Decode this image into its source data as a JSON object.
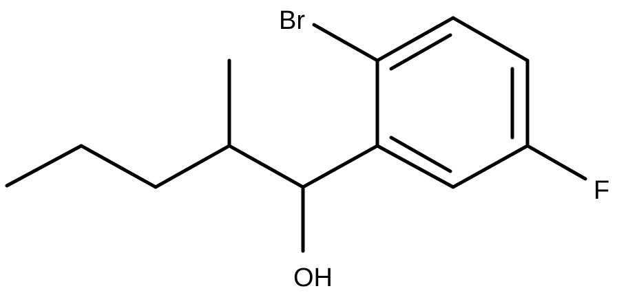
{
  "molecule": {
    "atoms": {
      "bromine": "Br",
      "fluorine": "F",
      "hydroxyl": "OH"
    }
  },
  "colors": {
    "bond": "#000000",
    "background": "#ffffff"
  }
}
